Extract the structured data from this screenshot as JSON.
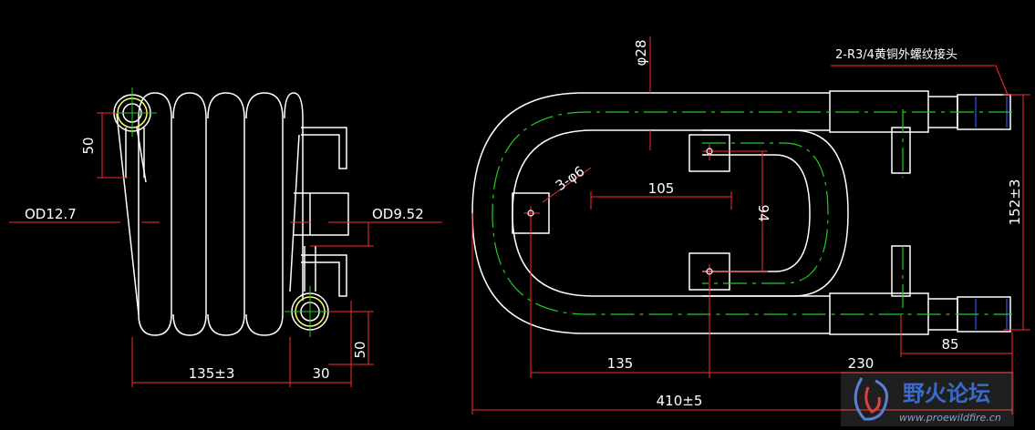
{
  "drawing": {
    "background": "#000000",
    "line_color": "#ffffff",
    "dim_color": "#ff2a2a",
    "center_color": "#22cc22",
    "thread_color": "#3355ff"
  },
  "left_view": {
    "dim_50_top": "50",
    "dim_od_outer": "OD12.7",
    "dim_od_inner": "OD9.52",
    "dim_135": "135±3",
    "dim_30": "30",
    "dim_50_bottom": "50"
  },
  "right_view": {
    "dim_phi28": "φ28",
    "callout_connector": "2-R3/4黄铜外螺纹接头",
    "dim_holes": "3-φ6",
    "dim_105": "105",
    "dim_94": "94",
    "dim_152": "152±3",
    "dim_135": "135",
    "dim_230": "230",
    "dim_85": "85",
    "dim_410": "410±5"
  },
  "watermark": {
    "title": "野火论坛",
    "url": "www.proewildfire.cn"
  }
}
